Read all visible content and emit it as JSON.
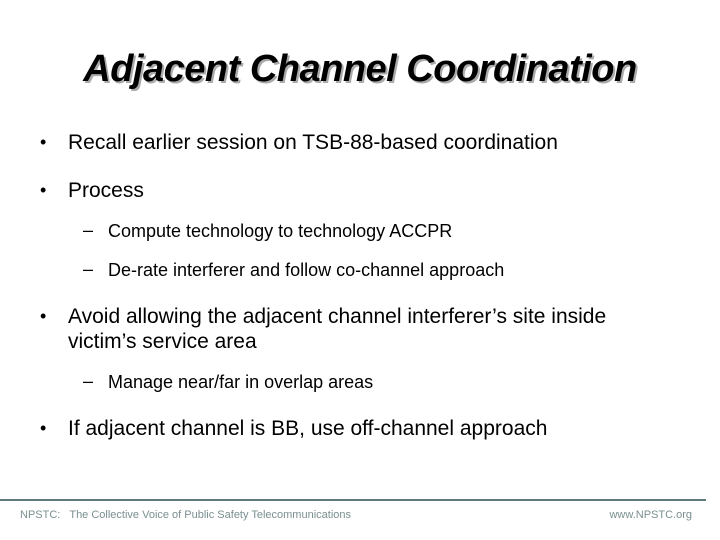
{
  "slide": {
    "title": "Adjacent Channel Coordination",
    "markers": {
      "level1": "•",
      "level2": "–"
    },
    "bullets": [
      {
        "level": 1,
        "text": "Recall earlier session on TSB-88-based coordination"
      },
      {
        "level": 1,
        "text": "Process"
      },
      {
        "level": 2,
        "text": "Compute technology to technology ACCPR"
      },
      {
        "level": 2,
        "text": "De-rate interferer and follow co-channel approach"
      },
      {
        "level": 1,
        "text": "Avoid allowing the adjacent channel interferer’s site inside victim’s service area"
      },
      {
        "level": 2,
        "text": "Manage near/far in overlap areas"
      },
      {
        "level": 1,
        "text": "If adjacent channel is BB, use off-channel approach"
      }
    ],
    "footer": {
      "org": "NPSTC:",
      "tagline": "The Collective Voice of Public Safety Telecommunications",
      "website": "www.NPSTC.org"
    },
    "colors": {
      "text": "#000000",
      "background": "#ffffff",
      "title_shadow": "#aaaaaa",
      "footer_text": "#7a8f91",
      "footer_line": "#5f7b7d"
    }
  }
}
